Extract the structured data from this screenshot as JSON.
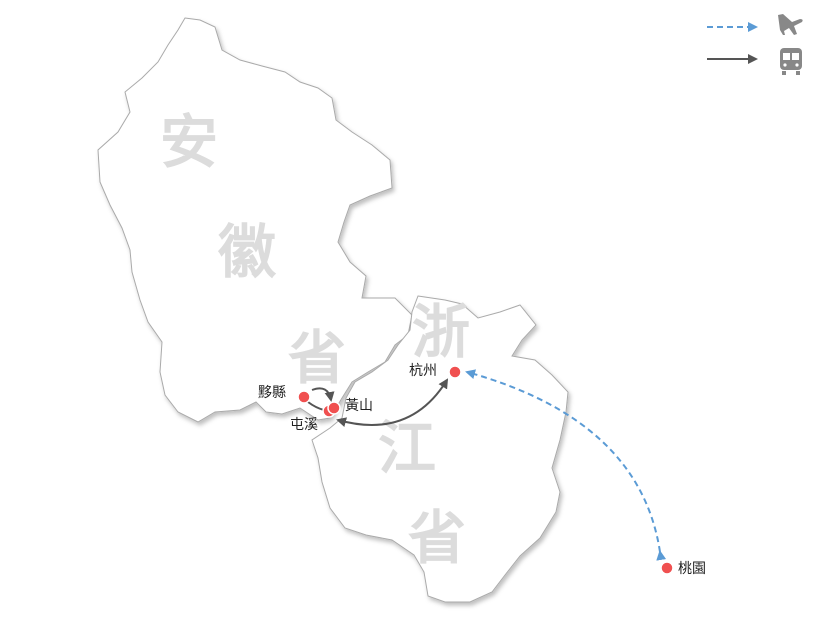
{
  "provinces": {
    "anhui": [
      "安",
      "徽",
      "省"
    ],
    "zhejiang": [
      "浙",
      "江",
      "省"
    ]
  },
  "cities": [
    {
      "name": "黟縣"
    },
    {
      "name": "黃山"
    },
    {
      "name": "屯溪"
    },
    {
      "name": "杭州"
    },
    {
      "name": "桃園"
    }
  ],
  "legend": [
    {
      "type": "dashed",
      "icon": "airplane-icon",
      "color": "#5b9bd5"
    },
    {
      "type": "solid",
      "icon": "bus-icon",
      "color": "#555555"
    }
  ],
  "colors": {
    "city": "#f05050",
    "flight": "#5b9bd5",
    "bus": "#555555",
    "province_text": "#dcdcdc"
  }
}
